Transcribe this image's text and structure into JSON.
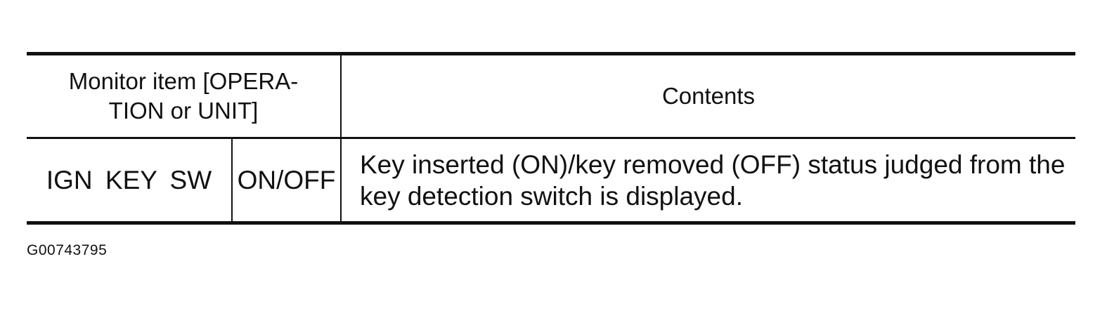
{
  "table": {
    "header": {
      "monitor_item": "Monitor item [OPERA-TION or UNIT]",
      "contents": "Contents"
    },
    "rows": [
      {
        "item": "IGN KEY SW",
        "unit": "ON/OFF",
        "contents": "Key inserted (ON)/key removed (OFF) status judged from the key detection switch is displayed."
      }
    ]
  },
  "figure_id": "G00743795"
}
